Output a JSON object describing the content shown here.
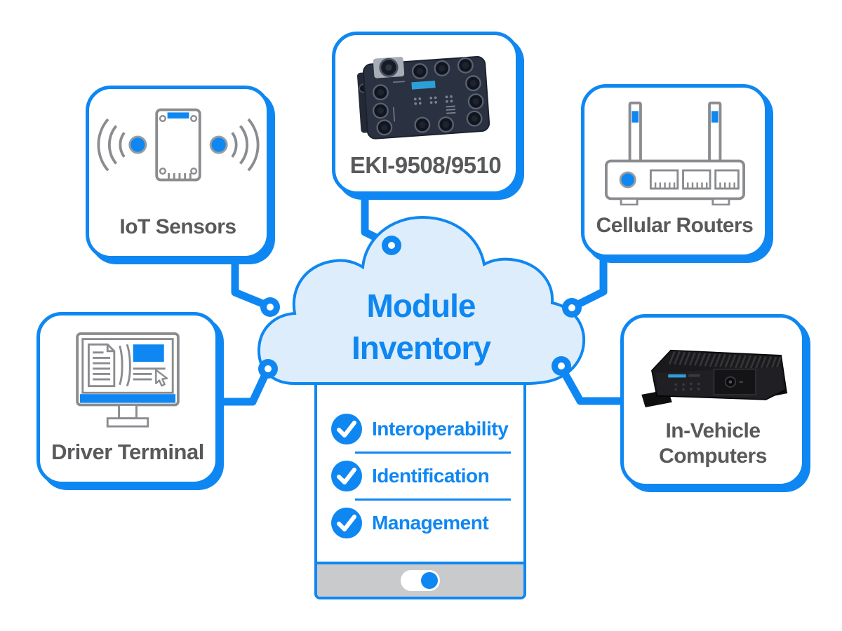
{
  "cloud": {
    "title_line1": "Module",
    "title_line2": "Inventory"
  },
  "devices": {
    "iot": {
      "label": "IoT Sensors"
    },
    "eki": {
      "label": "EKI-9508/9510"
    },
    "cellular": {
      "label": "Cellular Routers"
    },
    "driver": {
      "label": "Driver Terminal"
    },
    "vehicle": {
      "label_line1": "In-Vehicle",
      "label_line2": "Computers"
    }
  },
  "checklist": {
    "items": [
      "Interoperability",
      "Identification",
      "Management"
    ]
  },
  "colors": {
    "accent_blue": "#0F87F2",
    "cloud_fill": "#DDEDFB",
    "label_gray": "#58595B",
    "icon_gray": "#8A8C8F",
    "bar_gray": "#C9CACC"
  }
}
